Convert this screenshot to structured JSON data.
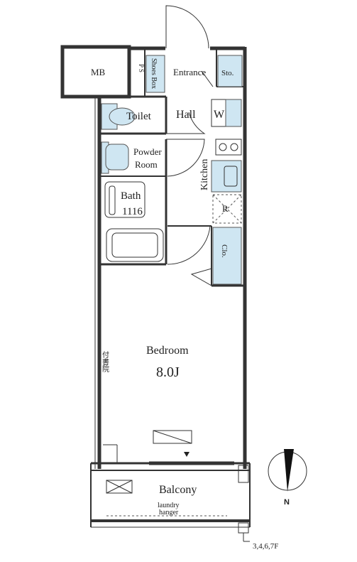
{
  "rooms": {
    "mb": "MB",
    "ps": "P S",
    "shoes_box": "Shoes Box",
    "entrance": "Entrance",
    "storage": "Sto.",
    "toilet": "Toilet",
    "hall": "Hall",
    "washer": "W",
    "powder_room_line1": "Powder",
    "powder_room_line2": "Room",
    "kitchen": "Kitchen",
    "bath_line1": "Bath",
    "bath_line2": "1116",
    "refrigerator": "R",
    "closet": "Clo.",
    "bedroom": "Bedroom",
    "bedroom_size": "8.0J",
    "tsukeshoin": "付書院",
    "balcony": "Balcony",
    "laundry_line1": "laundry",
    "laundry_line2": "hanger"
  },
  "compass": {
    "north": "N"
  },
  "floors": "3,4,6,7F",
  "colors": {
    "fixture": "#cfe6f2",
    "wall": "#333333"
  }
}
